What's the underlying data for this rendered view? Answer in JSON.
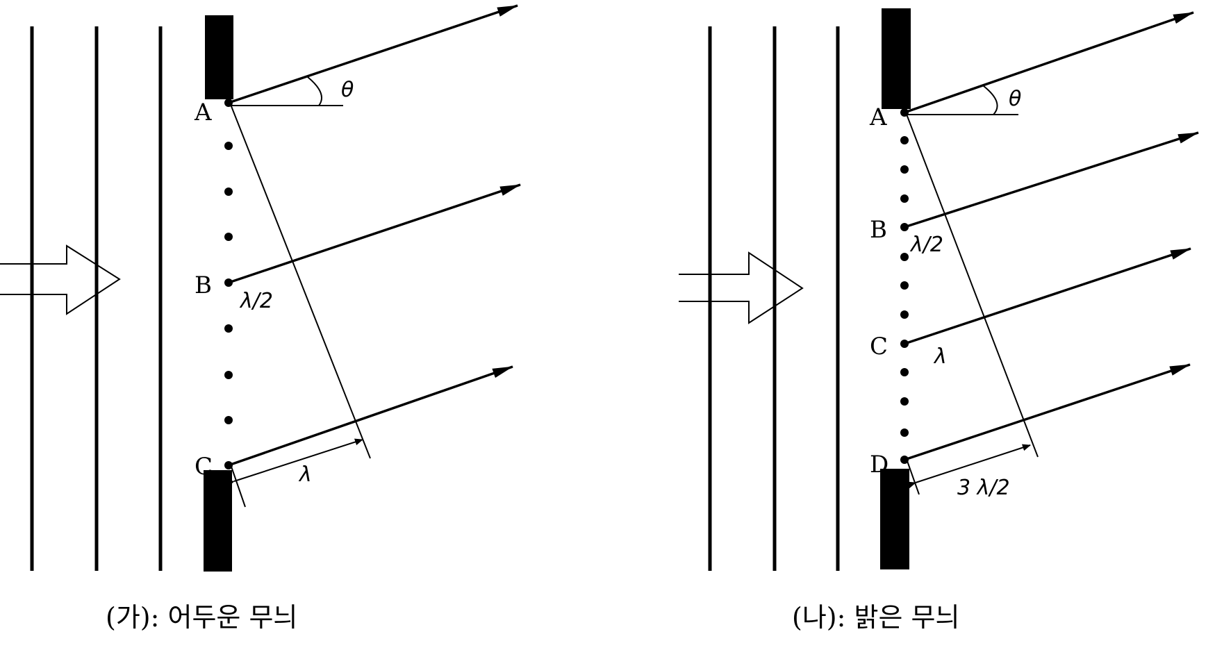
{
  "colors": {
    "stroke": "#000000",
    "background": "#ffffff"
  },
  "panels": [
    {
      "caption": "(가): 어두운 무늬",
      "angle_label": "θ",
      "points": [
        "A",
        "B",
        "C"
      ],
      "path_labels": [
        "λ/2"
      ],
      "dimension_label": "λ"
    },
    {
      "caption": "(나): 밝은 무늬",
      "angle_label": "θ",
      "points": [
        "A",
        "B",
        "C",
        "D"
      ],
      "path_labels": [
        "λ/2",
        "λ"
      ],
      "dimension_label": "3 λ/2"
    }
  ]
}
